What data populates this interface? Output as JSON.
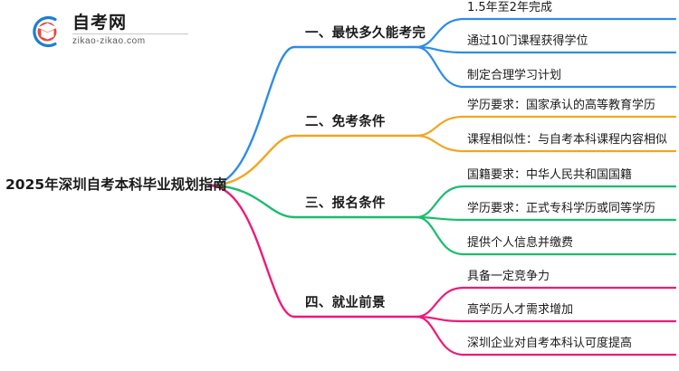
{
  "logo": {
    "name_cn": "自考网",
    "domain": "zikao-zikao.com",
    "mark_ring_color": "#1a7fd4",
    "mark_cap_color": "#e03127"
  },
  "mindmap": {
    "root": {
      "label": "2025年深圳自考本科毕业规划指南"
    },
    "branches": [
      {
        "label": "一、最快多久能考完",
        "color": "#2e8ce6",
        "children": [
          {
            "label": "1.5年至2年完成"
          },
          {
            "label": "通过10门课程获得学位"
          },
          {
            "label": "制定合理学习计划"
          }
        ]
      },
      {
        "label": "二、免考条件",
        "color": "#f2a521",
        "children": [
          {
            "label": "学历要求：国家承认的高等教育学历"
          },
          {
            "label": "课程相似性：与自考本科课程内容相似"
          }
        ]
      },
      {
        "label": "三、报名条件",
        "color": "#19bd6d",
        "children": [
          {
            "label": "国籍要求：中华人民共和国国籍"
          },
          {
            "label": "学历要求：正式专科学历或同等学历"
          },
          {
            "label": "提供个人信息并缴费"
          }
        ]
      },
      {
        "label": "四、就业前景",
        "color": "#ec1a7b",
        "children": [
          {
            "label": "具备一定竞争力"
          },
          {
            "label": "高学历人才需求增加"
          },
          {
            "label": "深圳企业对自考本科认可度提高"
          }
        ]
      }
    ]
  }
}
